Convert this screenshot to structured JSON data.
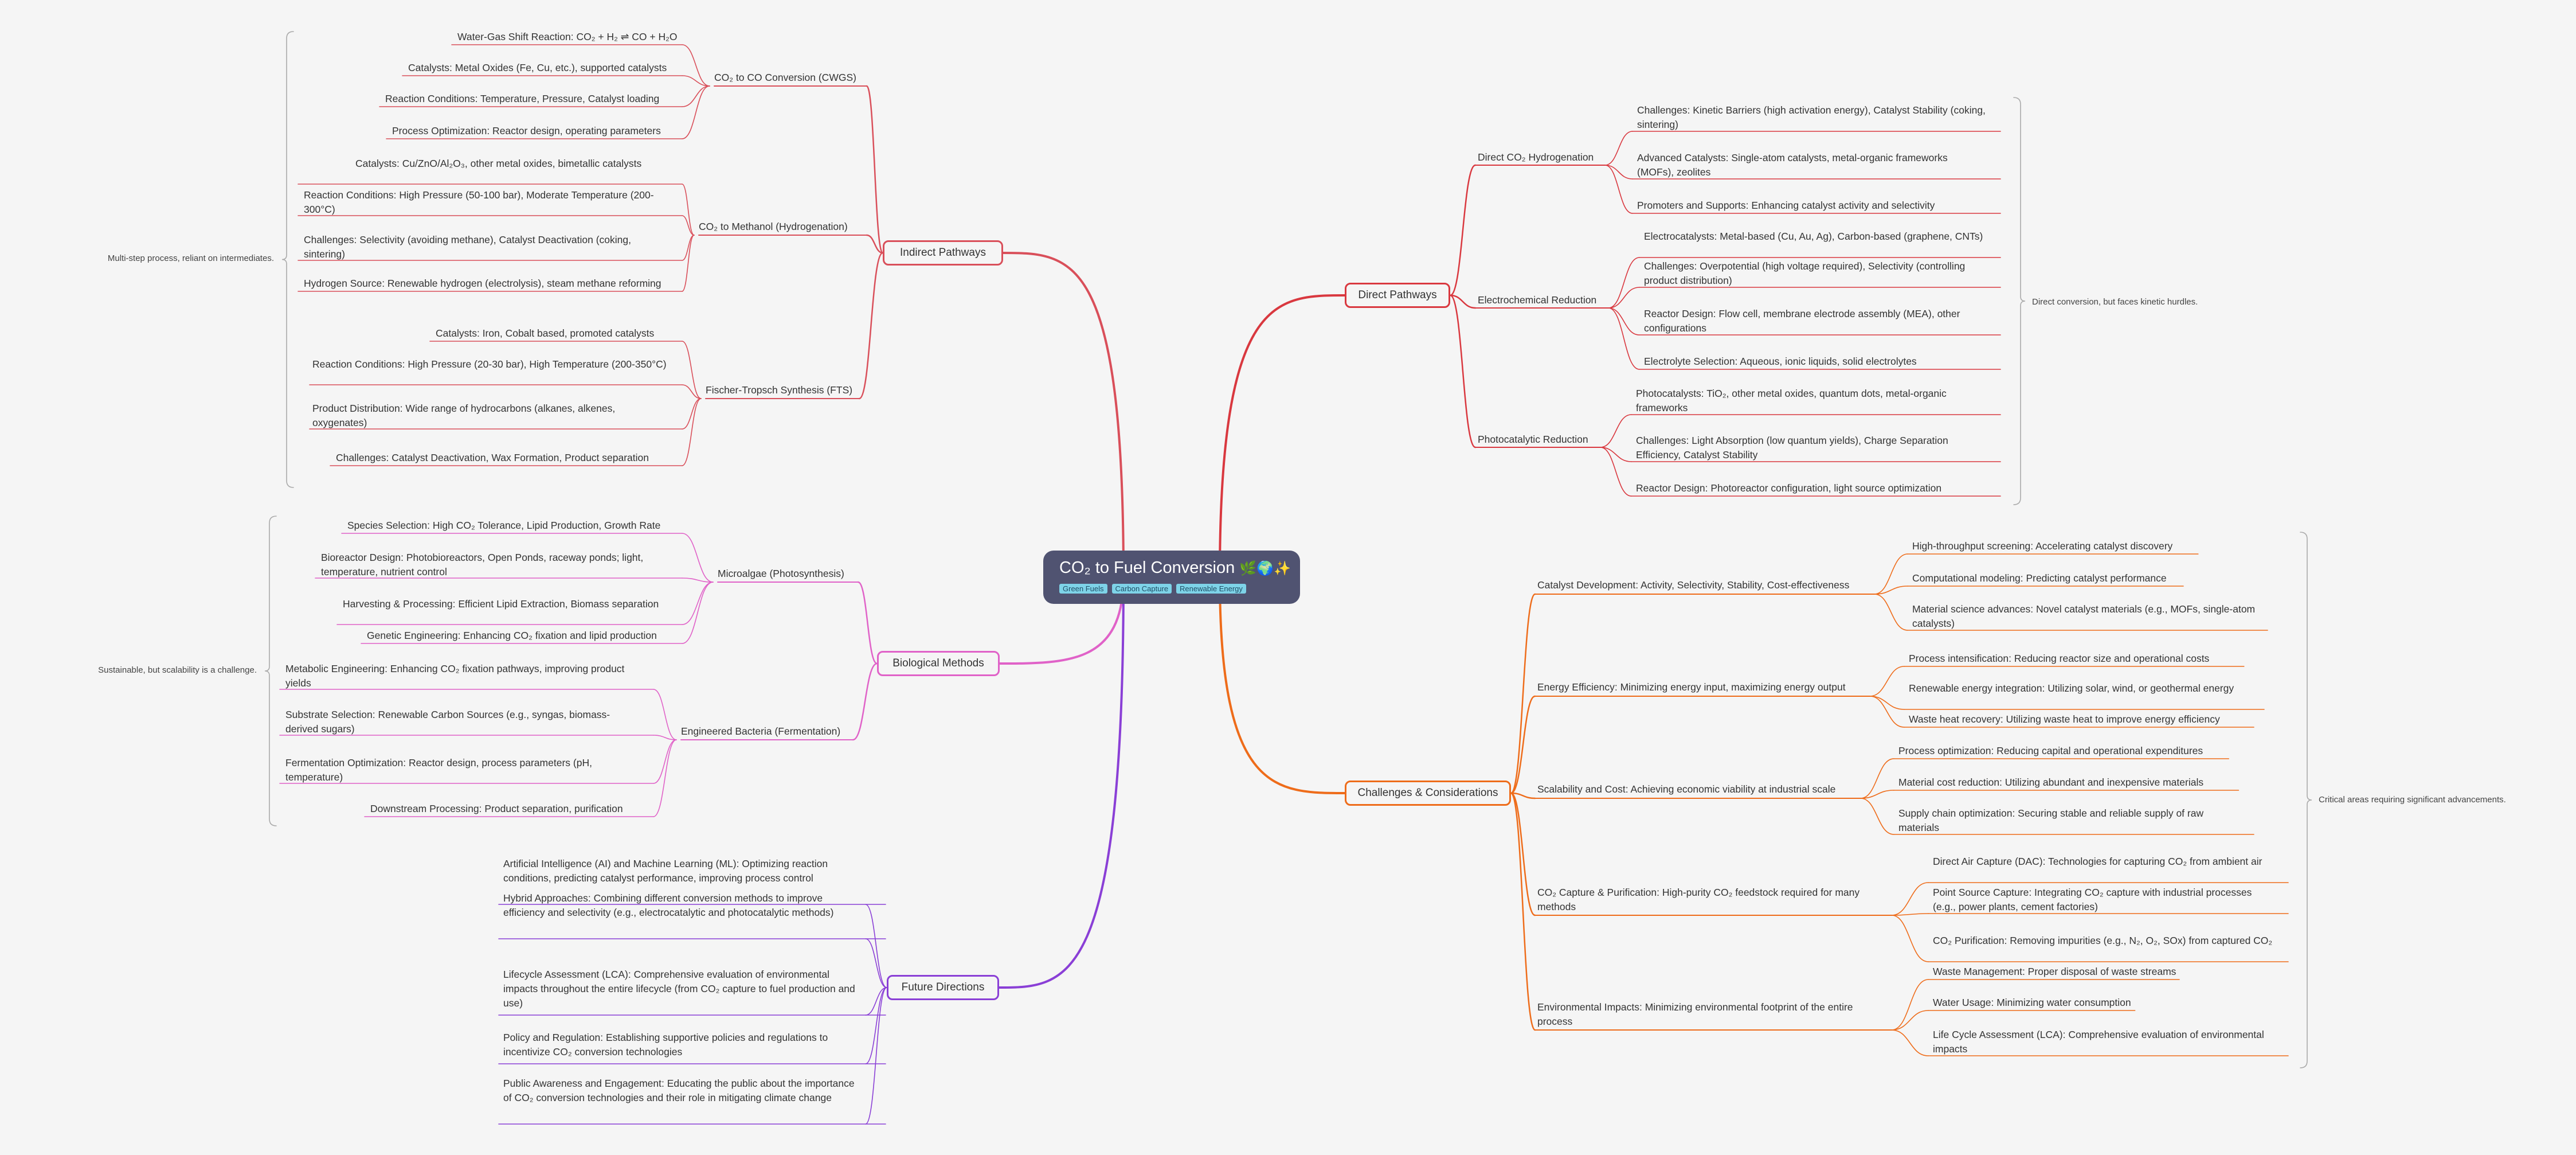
{
  "root": {
    "title": "CO₂ to Fuel Conversion",
    "emoji": "🌿🌍✨",
    "tags": [
      "Green Fuels",
      "Carbon Capture",
      "Renewable Energy"
    ]
  },
  "colors": {
    "indirect": "#d94f5a",
    "direct": "#d9383f",
    "biological": "#e062c8",
    "future": "#8a3fd6",
    "challenges": "#ee6c1a"
  },
  "branches": {
    "indirect": {
      "label": "Indirect Pathways",
      "summary": "Multi-step process, reliant on intermediates.",
      "subs": [
        {
          "label": "CO₂ to CO Conversion (CWGS)",
          "leaves": [
            "Water-Gas Shift Reaction: CO₂ + H₂ ⇌ CO + H₂O",
            "Catalysts: Metal Oxides (Fe, Cu, etc.), supported catalysts",
            "Reaction Conditions: Temperature, Pressure, Catalyst loading",
            "Process Optimization: Reactor design, operating parameters"
          ]
        },
        {
          "label": "CO₂ to Methanol (Hydrogenation)",
          "leaves": [
            "Catalysts: Cu/ZnO/Al₂O₃, other metal oxides, bimetallic catalysts",
            "Reaction Conditions: High Pressure (50-100 bar), Moderate Temperature (200-300°C)",
            "Challenges: Selectivity (avoiding methane), Catalyst Deactivation (coking, sintering)",
            "Hydrogen Source: Renewable hydrogen (electrolysis), steam methane reforming"
          ]
        },
        {
          "label": "Fischer-Tropsch Synthesis (FTS)",
          "leaves": [
            "Catalysts: Iron, Cobalt based, promoted catalysts",
            "Reaction Conditions: High Pressure (20-30 bar), High Temperature (200-350°C)",
            "Product Distribution: Wide range of hydrocarbons (alkanes, alkenes, oxygenates)",
            "Challenges: Catalyst Deactivation, Wax Formation, Product separation"
          ]
        }
      ]
    },
    "biological": {
      "label": "Biological Methods",
      "summary": "Sustainable, but scalability is a challenge.",
      "subs": [
        {
          "label": "Microalgae (Photosynthesis)",
          "leaves": [
            "Species Selection: High CO₂ Tolerance, Lipid Production, Growth Rate",
            "Bioreactor Design: Photobioreactors, Open Ponds, raceway ponds; light, temperature, nutrient control",
            "Harvesting & Processing: Efficient Lipid Extraction, Biomass separation",
            "Genetic Engineering: Enhancing CO₂ fixation and lipid production"
          ]
        },
        {
          "label": "Engineered Bacteria (Fermentation)",
          "leaves": [
            "Metabolic Engineering: Enhancing CO₂ fixation pathways, improving product yields",
            "Substrate Selection: Renewable Carbon Sources (e.g., syngas, biomass-derived sugars)",
            "Fermentation Optimization: Reactor design, process parameters (pH, temperature)",
            "Downstream Processing: Product separation, purification"
          ]
        }
      ]
    },
    "future": {
      "label": "Future Directions",
      "leaves": [
        "Artificial Intelligence (AI) and Machine Learning (ML): Optimizing reaction conditions, predicting catalyst performance, improving process control",
        "Hybrid Approaches: Combining different conversion methods to improve efficiency and selectivity (e.g., electrocatalytic and photocatalytic methods)",
        "Lifecycle Assessment (LCA): Comprehensive evaluation of environmental impacts throughout the entire lifecycle (from CO₂ capture to fuel production and use)",
        "Policy and Regulation: Establishing supportive policies and regulations to incentivize CO₂ conversion technologies",
        "Public Awareness and Engagement: Educating the public about the importance of CO₂ conversion technologies and their role in mitigating climate change"
      ]
    },
    "direct": {
      "label": "Direct Pathways",
      "summary": "Direct conversion, but faces kinetic hurdles.",
      "subs": [
        {
          "label": "Direct CO₂ Hydrogenation",
          "leaves": [
            "Challenges: Kinetic Barriers (high activation energy), Catalyst Stability (coking, sintering)",
            "Advanced Catalysts: Single-atom catalysts, metal-organic frameworks (MOFs), zeolites",
            "Promoters and Supports: Enhancing catalyst activity and selectivity"
          ]
        },
        {
          "label": "Electrochemical Reduction",
          "leaves": [
            "Electrocatalysts: Metal-based (Cu, Au, Ag), Carbon-based (graphene, CNTs)",
            "Challenges: Overpotential (high voltage required), Selectivity (controlling product distribution)",
            "Reactor Design: Flow cell, membrane electrode assembly (MEA), other configurations",
            "Electrolyte Selection: Aqueous, ionic liquids, solid electrolytes"
          ]
        },
        {
          "label": "Photocatalytic Reduction",
          "leaves": [
            "Photocatalysts: TiO₂, other metal oxides, quantum dots, metal-organic frameworks",
            "Challenges: Light Absorption (low quantum yields), Charge Separation Efficiency, Catalyst Stability",
            "Reactor Design: Photoreactor configuration, light source optimization"
          ]
        }
      ]
    },
    "challenges": {
      "label": "Challenges & Considerations",
      "summary": "Critical areas requiring significant advancements.",
      "subs": [
        {
          "label": "Catalyst Development: Activity, Selectivity, Stability, Cost-effectiveness",
          "leaves": [
            "High-throughput screening: Accelerating catalyst discovery",
            "Computational modeling: Predicting catalyst performance",
            "Material science advances: Novel catalyst materials (e.g., MOFs, single-atom catalysts)"
          ]
        },
        {
          "label": "Energy Efficiency: Minimizing energy input, maximizing energy output",
          "leaves": [
            "Process intensification: Reducing reactor size and operational costs",
            "Renewable energy integration: Utilizing solar, wind, or geothermal energy",
            "Waste heat recovery: Utilizing waste heat to improve energy efficiency"
          ]
        },
        {
          "label": "Scalability and Cost: Achieving economic viability at industrial scale",
          "leaves": [
            "Process optimization: Reducing capital and operational expenditures",
            "Material cost reduction: Utilizing abundant and inexpensive materials",
            "Supply chain optimization: Securing stable and reliable supply of raw materials"
          ]
        },
        {
          "label": "CO₂ Capture & Purification: High-purity CO₂ feedstock required for many methods",
          "leaves": [
            "Direct Air Capture (DAC): Technologies for capturing CO₂ from ambient air",
            "Point Source Capture: Integrating CO₂ capture with industrial processes (e.g., power plants, cement factories)",
            "CO₂ Purification: Removing impurities (e.g., N₂, O₂, SOx) from captured CO₂"
          ]
        },
        {
          "label": "Environmental Impacts: Minimizing environmental footprint of the entire process",
          "leaves": [
            "Waste Management: Proper disposal of waste streams",
            "Water Usage: Minimizing water consumption",
            "Life Cycle Assessment (LCA): Comprehensive evaluation of environmental impacts"
          ]
        }
      ]
    }
  }
}
